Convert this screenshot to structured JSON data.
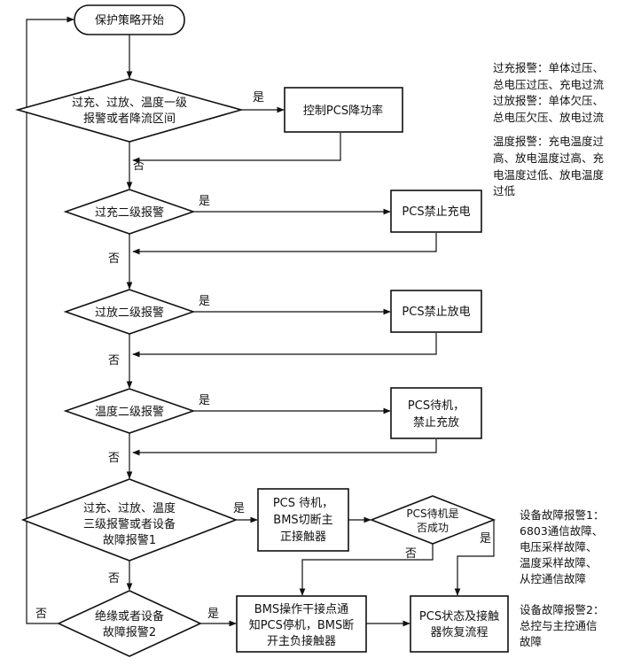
{
  "start": "保护策略开始",
  "decisions": {
    "d1": [
      "过充、过放、温度一级",
      "报警或者降流区间"
    ],
    "d2": "过充二级报警",
    "d3": "过放二级报警",
    "d4": "温度二级报警",
    "d5": [
      "过充、过放、温度",
      "三级报警或者设备",
      "故障报警1"
    ],
    "d6": [
      "PCS待机是",
      "否成功"
    ],
    "d7": [
      "绝缘或者设备",
      "故障报警2"
    ]
  },
  "processes": {
    "p1": "控制PCS降功率",
    "p2": "PCS禁止充电",
    "p3": "PCS禁止放电",
    "p4": [
      "PCS待机，",
      "禁止充放"
    ],
    "p5": [
      "PCS 待机，",
      "BMS切断主",
      "正接触器"
    ],
    "p6": [
      "BMS操作干接点通",
      "知PCS停机，BMS断",
      "开主负接触器"
    ],
    "p7": [
      "PCS状态及接触",
      "器恢复流程"
    ]
  },
  "labels": {
    "yes": "是",
    "no": "否"
  },
  "notes": {
    "n1": [
      "过充报警：单体过压、",
      "总电压过压、充电过流",
      "过放报警：单体欠压、",
      "总电压欠压、放电过流"
    ],
    "n2": [
      "温度报警：充电温度过",
      "高、放电温度过高、充",
      "电温度过低、放电温度",
      "过低"
    ],
    "n3": [
      "设备故障报警1：",
      "6803通信故障、",
      "电压采样故障、",
      "温度采样故障、",
      "从控通信故障"
    ],
    "n4": [
      "设备故障报警2：",
      "总控与主控通信",
      "故障"
    ]
  }
}
